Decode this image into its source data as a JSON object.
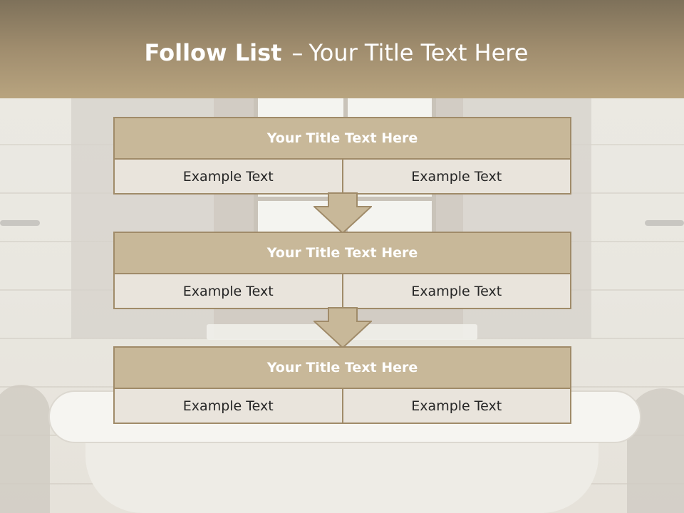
{
  "header": {
    "title_bold": "Follow List",
    "separator": "–",
    "title_rest": "Your Title Text Here"
  },
  "blocks": [
    {
      "title": "Your Title Text Here",
      "cells": [
        "Example Text",
        "Example Text"
      ]
    },
    {
      "title": "Your Title Text Here",
      "cells": [
        "Example Text",
        "Example Text"
      ]
    },
    {
      "title": "Your Title Text Here",
      "cells": [
        "Example Text",
        "Example Text"
      ]
    }
  ],
  "colors": {
    "header_top": "#7e715a",
    "header_bottom": "#b8a47f",
    "block_title_bg": "#c8b899",
    "block_border": "#a08b69",
    "cell_bg": "#e9e4dc",
    "arrow_fill": "#c8b899"
  },
  "icons": {
    "connector": "down-arrow-icon"
  }
}
